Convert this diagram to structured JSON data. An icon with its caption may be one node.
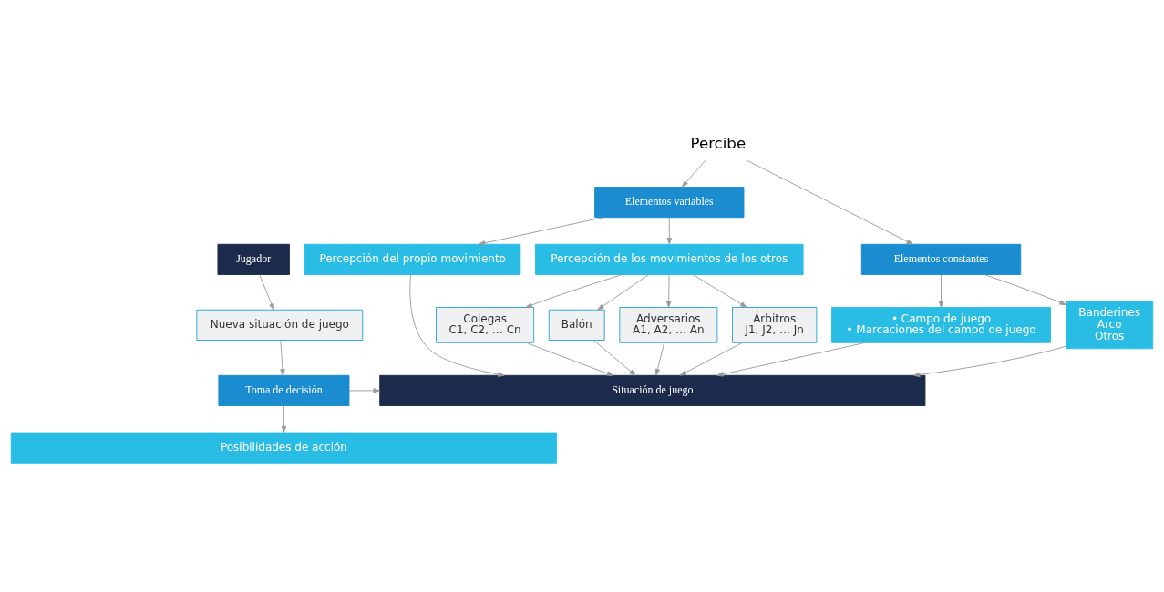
{
  "diagram": {
    "nodes": [
      {
        "text": [
          "Jugador"
        ]
      },
      {
        "text": [
          "Percibe"
        ]
      },
      {
        "text": [
          "Elementos variables"
        ]
      },
      {
        "text": [
          "Elementos constantes"
        ]
      },
      {
        "text": [
          "Percepción del propio movimiento"
        ]
      },
      {
        "text": [
          "Percepción de los movimientos de los otros"
        ]
      },
      {
        "text": [
          "• Campo de juego",
          "• Marcaciones del campo de juego"
        ]
      },
      {
        "text": [
          "Banderines",
          "Arco",
          "Otros"
        ]
      },
      {
        "text": [
          "Colegas",
          "C1, C2, … Cn"
        ]
      },
      {
        "text": [
          "Balón"
        ]
      },
      {
        "text": [
          "Adversarios",
          "A1, A2, … An"
        ]
      },
      {
        "text": [
          "Árbitros",
          "J1, J2, … Jn"
        ]
      },
      {
        "text": [
          "Nueva situación de juego"
        ]
      },
      {
        "text": [
          "Situación de juego"
        ]
      },
      {
        "text": [
          "Toma de decisión"
        ]
      },
      {
        "text": [
          "Posibilidades de acción"
        ]
      }
    ],
    "edges": [
      {
        "from": 0,
        "to": 12,
        "arrow": "to"
      },
      {
        "from": 1,
        "to": 2,
        "arrow": "to"
      },
      {
        "from": 1,
        "to": 3,
        "arrow": "to"
      },
      {
        "from": 2,
        "to": 4,
        "arrow": "to"
      },
      {
        "from": 2,
        "to": 5,
        "arrow": "to"
      },
      {
        "from": 3,
        "to": 6,
        "arrow": "to"
      },
      {
        "from": 3,
        "to": 7,
        "arrow": "to"
      },
      {
        "from": 5,
        "to": 8,
        "arrow": "to"
      },
      {
        "from": 5,
        "to": 9,
        "arrow": "to"
      },
      {
        "from": 5,
        "to": 10,
        "arrow": "to"
      },
      {
        "from": 5,
        "to": 11,
        "arrow": "to"
      },
      {
        "from": 4,
        "to": 13,
        "arrow": "to"
      },
      {
        "from": 8,
        "to": 13,
        "arrow": "to"
      },
      {
        "from": 9,
        "to": 13,
        "arrow": "to"
      },
      {
        "from": 10,
        "to": 13,
        "arrow": "to"
      },
      {
        "from": 11,
        "to": 13,
        "arrow": "to"
      },
      {
        "from": 6,
        "to": 13,
        "arrow": "to"
      },
      {
        "from": 7,
        "to": 13,
        "arrow": "to"
      },
      {
        "from": 12,
        "to": 14,
        "arrow": "to"
      },
      {
        "from": 14,
        "to": 13,
        "arrow": "to"
      },
      {
        "from": 14,
        "to": 15,
        "arrow": "to"
      }
    ]
  }
}
